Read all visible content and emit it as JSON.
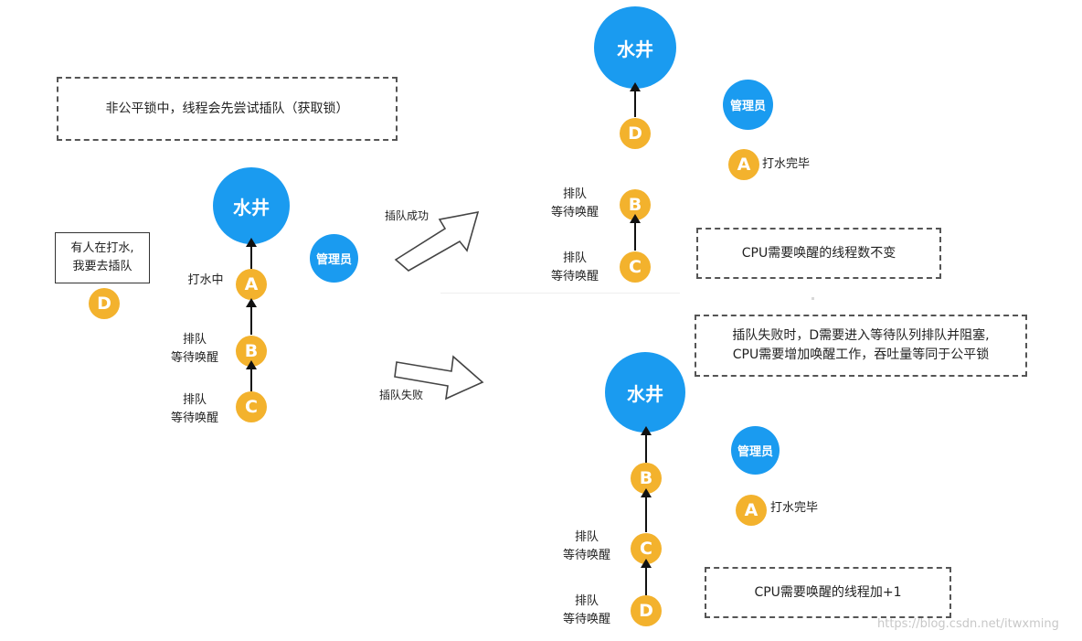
{
  "note_main": "非公平锁中，线程会先尝试插队（获取锁）",
  "note_d_line1": "有人在打水,",
  "note_d_line2": "我要去插队",
  "well": "水井",
  "manager": "管理员",
  "nodes": {
    "a": "A",
    "b": "B",
    "c": "C",
    "d": "D"
  },
  "label_drawing": "打水中",
  "label_queue": "排队",
  "label_wait": "等待唤醒",
  "label_done": "打水完毕",
  "arrow_success": "插队成功",
  "arrow_fail": "插队失败",
  "note_success": "CPU需要唤醒的线程数不变",
  "note_fail_line1": "插队失败时，D需要进入等待队列排队并阻塞,",
  "note_fail_line2": "CPU需要增加唤醒工作，吞吐量等同于公平锁",
  "note_fail_extra": "CPU需要唤醒的线程加+1",
  "watermark": "https://blog.csdn.net/itwxming",
  "colors": {
    "well": "#1a9bf0",
    "node": "#f3b22d"
  }
}
